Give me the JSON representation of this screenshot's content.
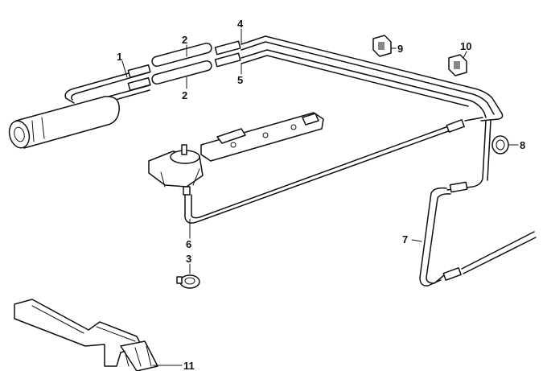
{
  "callouts": [
    {
      "id": "1",
      "label": "1"
    },
    {
      "id": "2a",
      "label": "2"
    },
    {
      "id": "2b",
      "label": "2"
    },
    {
      "id": "3",
      "label": "3"
    },
    {
      "id": "4",
      "label": "4"
    },
    {
      "id": "5",
      "label": "5"
    },
    {
      "id": "6",
      "label": "6"
    },
    {
      "id": "7",
      "label": "7"
    },
    {
      "id": "8",
      "label": "8"
    },
    {
      "id": "9",
      "label": "9"
    },
    {
      "id": "10",
      "label": "10"
    },
    {
      "id": "11",
      "label": "11"
    }
  ]
}
